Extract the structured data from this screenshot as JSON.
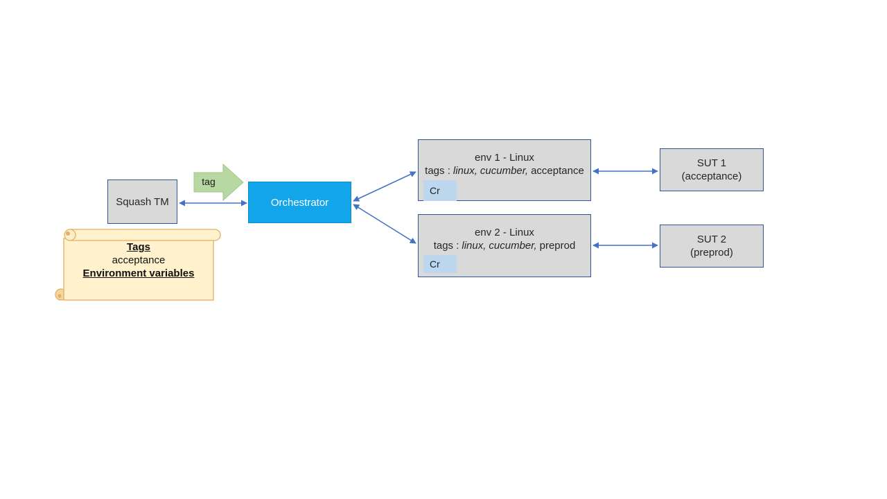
{
  "diagram": {
    "nodes": {
      "squash": {
        "label": "Squash TM"
      },
      "orchestrator": {
        "label": "Orchestrator"
      },
      "env1": {
        "title": "env 1 - Linux",
        "tags_prefix": "tags :",
        "tag_italic_1": "linux,",
        "tag_italic_2": "cucumber,",
        "tag_plain": "acceptance",
        "badge": "Cr"
      },
      "env2": {
        "title": "env 2 - Linux",
        "tags_prefix": "tags :",
        "tag_italic_1": "linux,",
        "tag_italic_2": "cucumber,",
        "tag_plain": "preprod",
        "badge": "Cr"
      },
      "sut1": {
        "name": "SUT 1",
        "qualifier": "(acceptance)"
      },
      "sut2": {
        "name": "SUT 2",
        "qualifier": "(preprod)"
      }
    },
    "tag_arrow_label": "tag",
    "note": {
      "heading": "Tags",
      "value": "acceptance",
      "subheading": "Environment variables"
    },
    "colors": {
      "box_fill": "#d9d9d9",
      "box_border": "#2f5496",
      "orchestrator_fill": "#12a5ea",
      "orchestrator_border": "#0d8bcd",
      "badge_fill": "#bdd7ee",
      "connector_blue": "#4472c4",
      "tag_arrow_green": "#b7d8a2",
      "note_fill": "#fff2cc",
      "note_border": "#e2af61"
    }
  }
}
